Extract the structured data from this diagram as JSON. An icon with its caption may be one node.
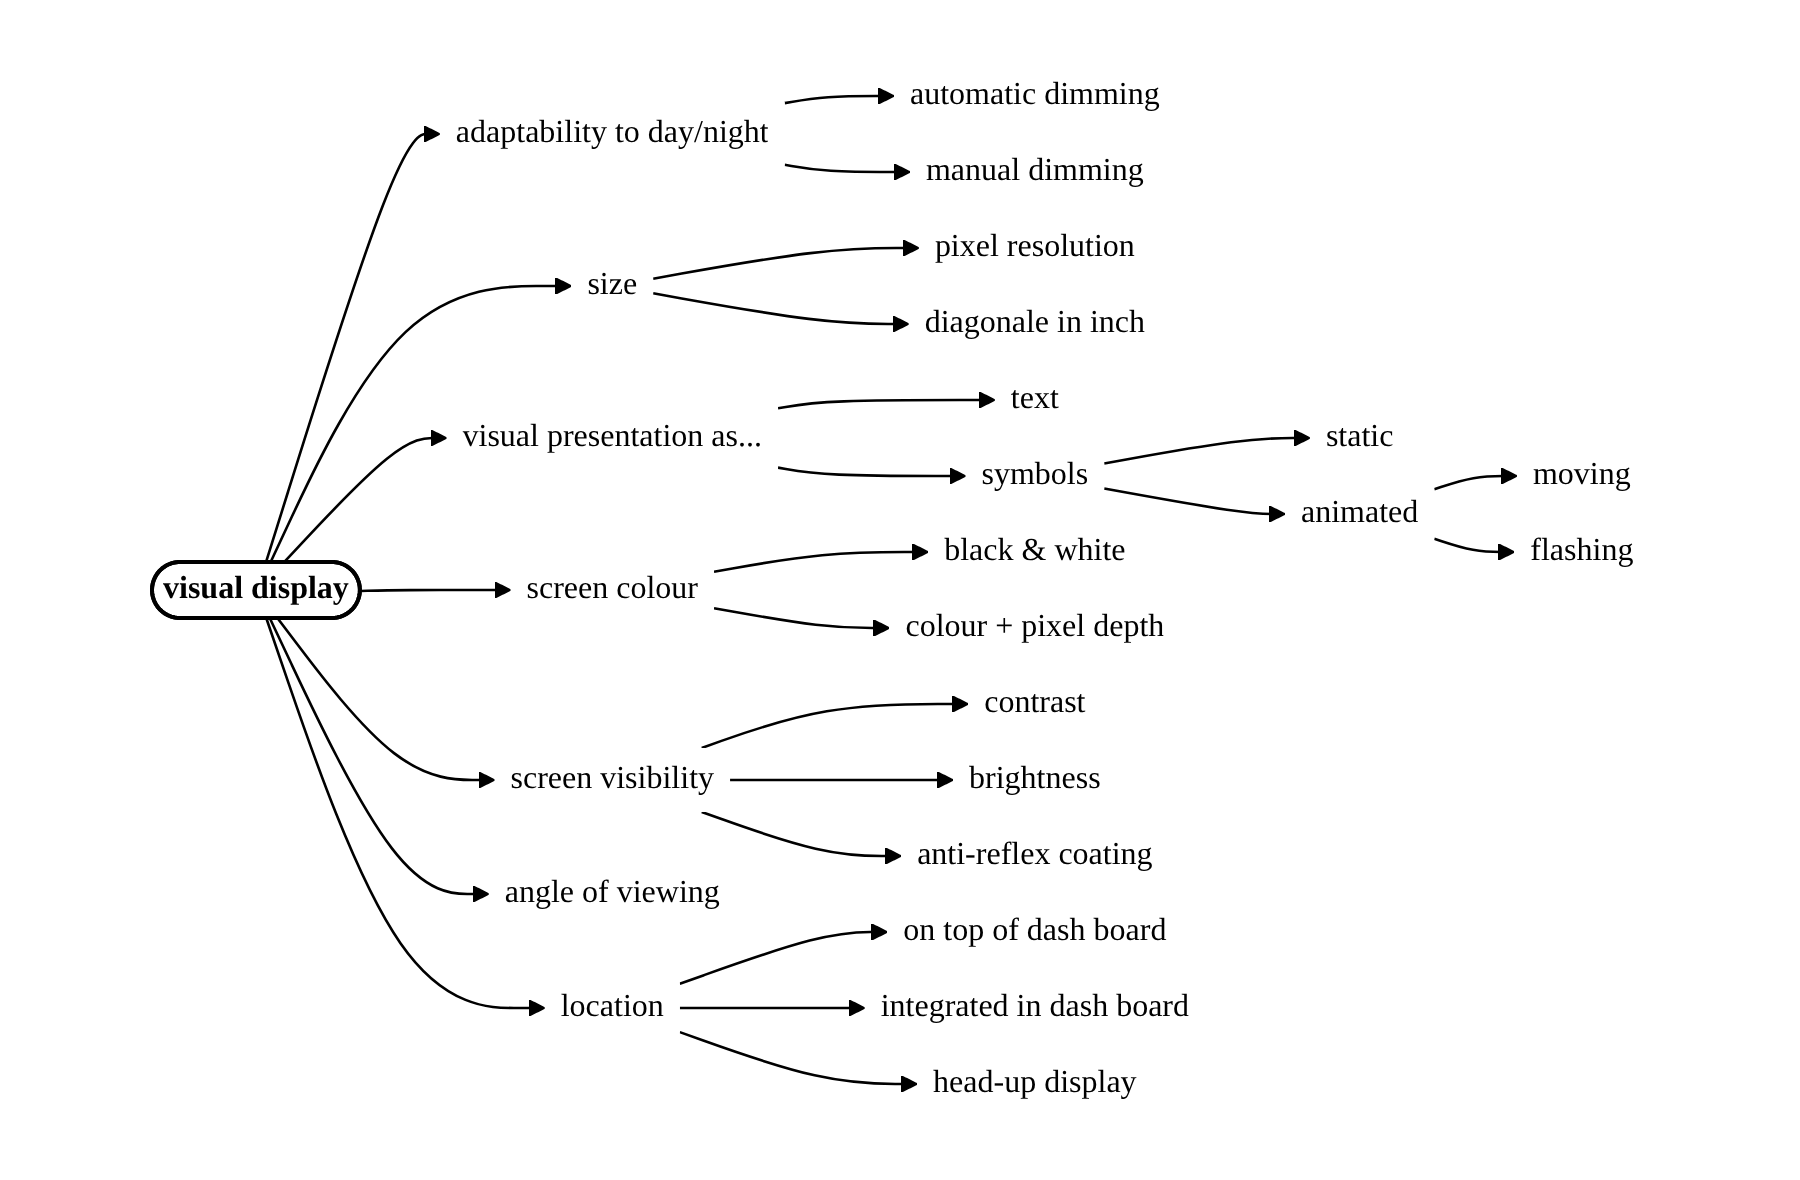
{
  "diagram": {
    "nodes": [
      {
        "text": [
          "visual display"
        ]
      },
      {
        "text": [
          "adaptability to day/night"
        ]
      },
      {
        "text": [
          "automatic dimming"
        ]
      },
      {
        "text": [
          "manual dimming"
        ]
      },
      {
        "text": [
          "size"
        ]
      },
      {
        "text": [
          "pixel resolution"
        ]
      },
      {
        "text": [
          "diagonale in inch"
        ]
      },
      {
        "text": [
          "visual presentation as..."
        ]
      },
      {
        "text": [
          "text"
        ]
      },
      {
        "text": [
          "symbols"
        ]
      },
      {
        "text": [
          "static"
        ]
      },
      {
        "text": [
          "animated"
        ]
      },
      {
        "text": [
          "moving"
        ]
      },
      {
        "text": [
          "flashing"
        ]
      },
      {
        "text": [
          "screen colour"
        ]
      },
      {
        "text": [
          "black & white"
        ]
      },
      {
        "text": [
          "colour + pixel depth"
        ]
      },
      {
        "text": [
          "screen visibility"
        ]
      },
      {
        "text": [
          "contrast"
        ]
      },
      {
        "text": [
          "brightness"
        ]
      },
      {
        "text": [
          "anti-reflex coating"
        ]
      },
      {
        "text": [
          "angle of viewing"
        ]
      },
      {
        "text": [
          "location"
        ]
      },
      {
        "text": [
          "on top of dash board"
        ]
      },
      {
        "text": [
          "integrated in dash board"
        ]
      },
      {
        "text": [
          "head-up display"
        ]
      }
    ],
    "edges": [
      {
        "from": 0,
        "to": 1,
        "arrow": "to"
      },
      {
        "from": 1,
        "to": 2,
        "arrow": "to"
      },
      {
        "from": 1,
        "to": 3,
        "arrow": "to"
      },
      {
        "from": 0,
        "to": 4,
        "arrow": "to"
      },
      {
        "from": 4,
        "to": 5,
        "arrow": "to"
      },
      {
        "from": 4,
        "to": 6,
        "arrow": "to"
      },
      {
        "from": 0,
        "to": 7,
        "arrow": "to"
      },
      {
        "from": 7,
        "to": 8,
        "arrow": "to"
      },
      {
        "from": 7,
        "to": 9,
        "arrow": "to"
      },
      {
        "from": 9,
        "to": 10,
        "arrow": "to"
      },
      {
        "from": 9,
        "to": 11,
        "arrow": "to"
      },
      {
        "from": 11,
        "to": 12,
        "arrow": "to"
      },
      {
        "from": 11,
        "to": 13,
        "arrow": "to"
      },
      {
        "from": 0,
        "to": 14,
        "arrow": "to"
      },
      {
        "from": 14,
        "to": 15,
        "arrow": "to"
      },
      {
        "from": 14,
        "to": 16,
        "arrow": "to"
      },
      {
        "from": 0,
        "to": 17,
        "arrow": "to"
      },
      {
        "from": 17,
        "to": 18,
        "arrow": "to"
      },
      {
        "from": 17,
        "to": 19,
        "arrow": "to"
      },
      {
        "from": 17,
        "to": 20,
        "arrow": "to"
      },
      {
        "from": 0,
        "to": 21,
        "arrow": "to"
      },
      {
        "from": 0,
        "to": 22,
        "arrow": "to"
      },
      {
        "from": 22,
        "to": 23,
        "arrow": "to"
      },
      {
        "from": 22,
        "to": 24,
        "arrow": "to"
      },
      {
        "from": 22,
        "to": 25,
        "arrow": "to"
      }
    ]
  }
}
